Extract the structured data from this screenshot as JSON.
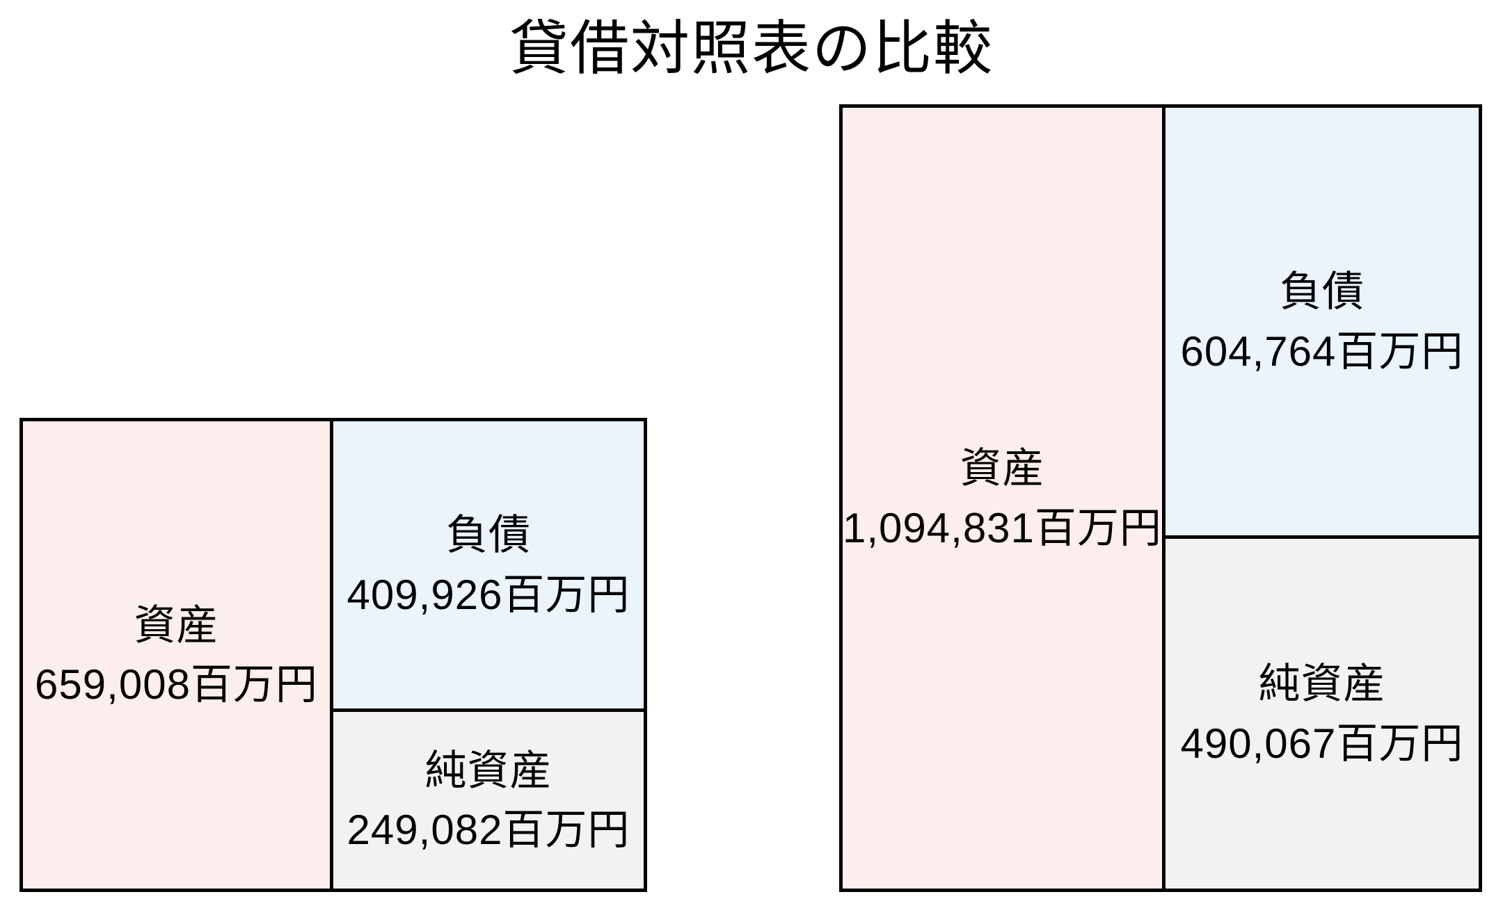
{
  "title": "貸借対照表の比較",
  "chart_data": {
    "type": "bar",
    "subtype": "proportional-balance-sheet-comparison",
    "title": "貸借対照表の比較",
    "unit": "百万円",
    "legend_position": "none",
    "grid": false,
    "colors": {
      "assets_fill": "#FCEEEC",
      "liabilities_fill": "#EBF3FB",
      "net_assets_fill": "#F2F2F0",
      "border": "#000000",
      "text": "#000000",
      "background": "#FFFFFF"
    },
    "balance_sheets": [
      {
        "id": "left",
        "total": 659008,
        "assets": {
          "label": "資産",
          "value": 659008,
          "text": "659,008百万円"
        },
        "liabilities": {
          "label": "負債",
          "value": 409926,
          "text": "409,926百万円"
        },
        "net_assets": {
          "label": "純資産",
          "value": 249082,
          "text": "249,082百万円"
        }
      },
      {
        "id": "right",
        "total": 1094831,
        "assets": {
          "label": "資産",
          "value": 1094831,
          "text": "1,094,831百万円"
        },
        "liabilities": {
          "label": "負債",
          "value": 604764,
          "text": "604,764百万円"
        },
        "net_assets": {
          "label": "純資産",
          "value": 490067,
          "text": "490,067百万円"
        }
      }
    ]
  }
}
